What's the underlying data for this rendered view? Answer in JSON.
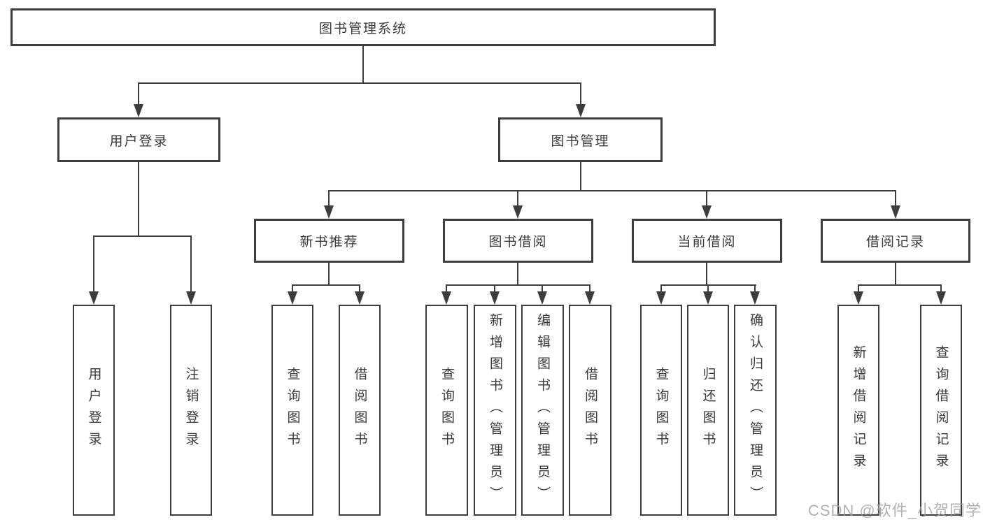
{
  "diagram": {
    "type": "hierarchy-tree",
    "title": "图书管理系统",
    "colors": {
      "line": "#3d3d3d",
      "box_border": "#3d3d3d",
      "box_fill": "#ffffff",
      "text": "#3a3a3a",
      "watermark": "#9e9e9e"
    },
    "nodes": {
      "root": {
        "label": "图书管理系统"
      },
      "user_login": {
        "label": "用户登录",
        "parent": "root"
      },
      "book_mgmt": {
        "label": "图书管理",
        "parent": "root"
      },
      "new_book": {
        "label": "新书推荐",
        "parent": "book_mgmt"
      },
      "book_borrow": {
        "label": "图书借阅",
        "parent": "book_mgmt"
      },
      "current_borrow": {
        "label": "当前借阅",
        "parent": "book_mgmt"
      },
      "borrow_record": {
        "label": "借阅记录",
        "parent": "book_mgmt"
      },
      "leaf_user_login": {
        "label": "用户登录",
        "parent": "user_login"
      },
      "leaf_logout": {
        "label": "注销登录",
        "parent": "user_login"
      },
      "leaf_nb_query": {
        "label": "查询图书",
        "parent": "new_book"
      },
      "leaf_nb_borrow": {
        "label": "借阅图书",
        "parent": "new_book"
      },
      "leaf_bb_query": {
        "label": "查询图书",
        "parent": "book_borrow"
      },
      "leaf_bb_add": {
        "label": "新增图书（管理员）",
        "parent": "book_borrow"
      },
      "leaf_bb_edit": {
        "label": "编辑图书（管理员）",
        "parent": "book_borrow"
      },
      "leaf_bb_borrow": {
        "label": "借阅图书",
        "parent": "book_borrow"
      },
      "leaf_cb_query": {
        "label": "查询图书",
        "parent": "current_borrow"
      },
      "leaf_cb_return": {
        "label": "归还图书",
        "parent": "current_borrow"
      },
      "leaf_cb_confirm": {
        "label": "确认归还（管理员）",
        "parent": "current_borrow"
      },
      "leaf_br_add": {
        "label": "新增借阅记录",
        "parent": "borrow_record"
      },
      "leaf_br_query": {
        "label": "查询借阅记录",
        "parent": "borrow_record"
      }
    }
  },
  "watermark": {
    "text": "CSDN @软件_小贺同学"
  }
}
